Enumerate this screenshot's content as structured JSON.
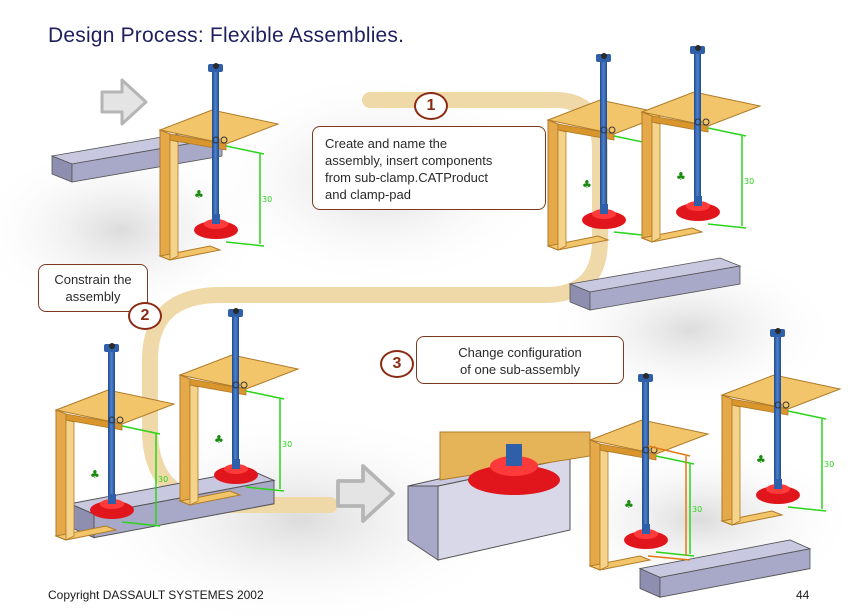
{
  "slide": {
    "title": "Design Process: Flexible Assemblies.",
    "steps": [
      {
        "number": "1",
        "text_lines": [
          "Create and name the",
          "assembly, insert components",
          "from sub-clamp.CATProduct",
          "and clamp-pad"
        ]
      },
      {
        "number": "2",
        "text_lines": [
          "Constrain the",
          "assembly"
        ]
      },
      {
        "number": "3",
        "text_lines": [
          "Change configuration",
          "of one sub-assembly"
        ]
      }
    ],
    "footer": {
      "copyright": "Copyright DASSAULT SYSTEMES 2002",
      "page_number": "44"
    }
  },
  "colors": {
    "title": "#1f1f5e",
    "badge": "#8b2a14",
    "path": "#f0d9a8",
    "frame_yellow": "#e6b458",
    "rod_blue": "#2f5fa8",
    "pad_red": "#e0161c",
    "constraint_green": "#2bd41a",
    "constraint_orange": "#e07a10",
    "base_slab": "#a8a8c8"
  },
  "icons": [
    "arrow-right-icon",
    "clamp-assembly-icon"
  ]
}
